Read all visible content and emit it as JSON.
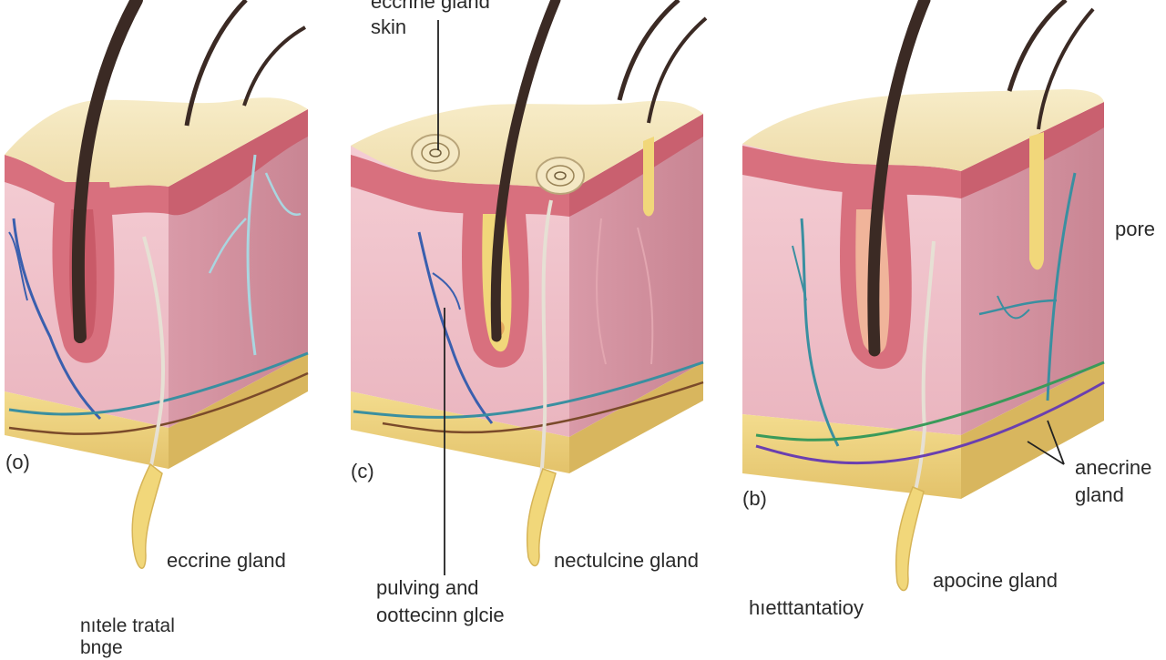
{
  "labels": {
    "top_eccrine": "eccrine gland",
    "top_skin": "skin",
    "pore": "pore",
    "panel_a": "(o)",
    "panel_c": "(c)",
    "panel_b": "(b)",
    "eccrine_left": "eccrine gland",
    "garbled_bottom_left_1": "nıtele tratal",
    "garbled_bottom_left_2": "bnge",
    "pulsing_1": "pulving and",
    "pulsing_2": "oottecinn glcie",
    "necrine": "nectulcine gland",
    "apocrine_right_1": "anecrine",
    "apocrine_right_2": "gland",
    "apocine_bottom": "apocine gland",
    "garbled_bottom_mid": "hıetttantatioy"
  },
  "colors": {
    "epidermis": "#f3e6bb",
    "dermis_band": "#d8707e",
    "dermis": "#f2c6cd",
    "dermis_side": "#d9a1ad",
    "fat_layer": "#ead07c",
    "hair": "#3b2a24",
    "vessel_blue": "#3a5fae",
    "vessel_teal": "#3a8fa0",
    "nerve_purple": "#6a3fb0",
    "gland_yellow": "#f1d77a"
  }
}
